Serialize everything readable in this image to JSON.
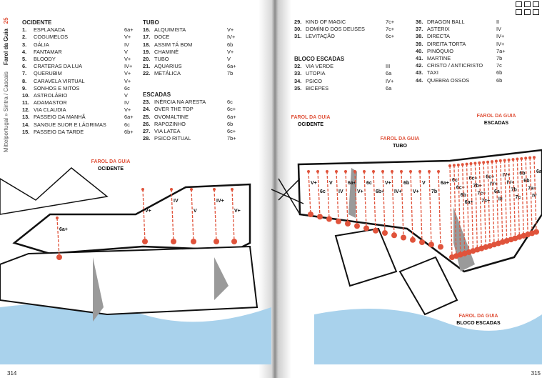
{
  "sidebar": {
    "page_section": "25",
    "area": "Farol da Guia",
    "breadcrumb": "Mittelportugal » Sintra / Cascais"
  },
  "sectors": [
    {
      "name": "OCIDENTE",
      "routes": [
        [
          "1.",
          "ESPLANADA",
          "6a+"
        ],
        [
          "2.",
          "COGUMELOS",
          "V+"
        ],
        [
          "3.",
          "GÁLIA",
          "IV"
        ],
        [
          "4.",
          "FANTAMAR",
          "V"
        ],
        [
          "5.",
          "BLOODY",
          "V+"
        ],
        [
          "6.",
          "CRATERAS DA LUA",
          "IV+"
        ],
        [
          "7.",
          "QUERUBIM",
          "V+"
        ],
        [
          "8.",
          "CARAVELA VIRTUAL",
          "V+"
        ],
        [
          "9.",
          "SONHOS E MITOS",
          "6c"
        ],
        [
          "10.",
          "ASTROLÁBIO",
          "V"
        ],
        [
          "11.",
          "ADAMASTOR",
          "IV"
        ],
        [
          "12.",
          "VIA CLAUDIA",
          "V+"
        ],
        [
          "13.",
          "PASSEIO DA MANHÃ",
          "6a+"
        ],
        [
          "14.",
          "SANGUE SUOR E LÁGRIMAS",
          "6c"
        ],
        [
          "15.",
          "PASSEIO DA TARDE",
          "6b+"
        ]
      ]
    },
    {
      "name": "TUBO",
      "routes": [
        [
          "16.",
          "ALQUIMISTA",
          "V+"
        ],
        [
          "17.",
          "DOCE",
          "IV+"
        ],
        [
          "18.",
          "ASSIM TÁ BOM",
          "6b"
        ],
        [
          "19.",
          "CHAMINÉ",
          "V+"
        ],
        [
          "20.",
          "TUBO",
          "V"
        ],
        [
          "21.",
          "AQUARIUS",
          "6a+"
        ],
        [
          "22.",
          "METÁLICA",
          "7b"
        ]
      ]
    },
    {
      "name": "ESCADAS",
      "routes": [
        [
          "23.",
          "INÉRCIA NA ARESTA",
          "6c"
        ],
        [
          "24.",
          "OVER THE TOP",
          "6c+"
        ],
        [
          "25.",
          "OVOMALTINE",
          "6a+"
        ],
        [
          "26.",
          "RAPOZINHO",
          "6b"
        ],
        [
          "27.",
          "VIA LATEA",
          "6c+"
        ],
        [
          "28.",
          "PSICO RITUAL",
          "7b+"
        ]
      ]
    },
    {
      "name": "",
      "routes": [
        [
          "29.",
          "KIND OF MAGIC",
          "7c+"
        ],
        [
          "30.",
          "DOMÍNIO DOS DEUSES",
          "7c+"
        ],
        [
          "31.",
          "LEVITAÇÃO",
          "6c+"
        ]
      ]
    },
    {
      "name": "BLOCO ESCADAS",
      "routes": [
        [
          "32.",
          "VIA VERDE",
          "III"
        ],
        [
          "33.",
          "UTOPIA",
          "6a"
        ],
        [
          "34.",
          "PSICO",
          "IV+"
        ],
        [
          "35.",
          "BICEPES",
          "6a"
        ]
      ]
    },
    {
      "name": "",
      "routes": [
        [
          "36.",
          "DRAGON BALL",
          "II"
        ],
        [
          "37.",
          "ASTERIX",
          "IV"
        ],
        [
          "38.",
          "DIRECTA",
          "IV+"
        ],
        [
          "39.",
          "DIREITA TORTA",
          "IV+"
        ],
        [
          "40.",
          "PINÓQUIO",
          "7a+"
        ],
        [
          "41.",
          "MARTINE",
          "7b"
        ],
        [
          "42.",
          "CRISTO / ANTICRISTO",
          "7c"
        ],
        [
          "43.",
          "TAXI",
          "6b"
        ],
        [
          "44.",
          "QUEBRA OSSOS",
          "6b"
        ]
      ]
    }
  ],
  "topos": {
    "left": {
      "brand": "FAROL DA GUIA",
      "sector": "OCIDENTE",
      "grades": [
        "6a+",
        "V+",
        "IV",
        "V",
        "IV+",
        "V+"
      ]
    },
    "ocidente": {
      "brand": "FAROL DA GUIA",
      "sector": "OCIDENTE"
    },
    "tubo": {
      "brand": "FAROL DA GUIA",
      "sector": "TUBO",
      "grades": [
        "V+",
        "6c",
        "V",
        "IV",
        "6a+",
        "V+",
        "6c",
        "6b+",
        "V+",
        "IV+",
        "6b",
        "V+",
        "V",
        "7b",
        "6a+"
      ]
    },
    "escadas": {
      "brand": "FAROL DA GUIA",
      "sector": "ESCADAS",
      "grades": [
        "6c",
        "6c+",
        "6b",
        "6a+",
        "6c+",
        "7b+",
        "7c+",
        "7c+",
        "6c+",
        "IV+",
        "6a",
        "III",
        "IV+",
        "IV+",
        "7b",
        "7c",
        "6b",
        "6b",
        "7a+",
        "IV",
        "6a"
      ]
    },
    "bloco": {
      "brand": "FAROL DA GUIA",
      "sector": "BLOCO ESCADAS"
    }
  },
  "page_numbers": {
    "left": "314",
    "right": "315"
  },
  "colors": {
    "accent": "#e0533b",
    "sea": "#a9d2ec",
    "rock_shadow": "#9a9a9a"
  }
}
